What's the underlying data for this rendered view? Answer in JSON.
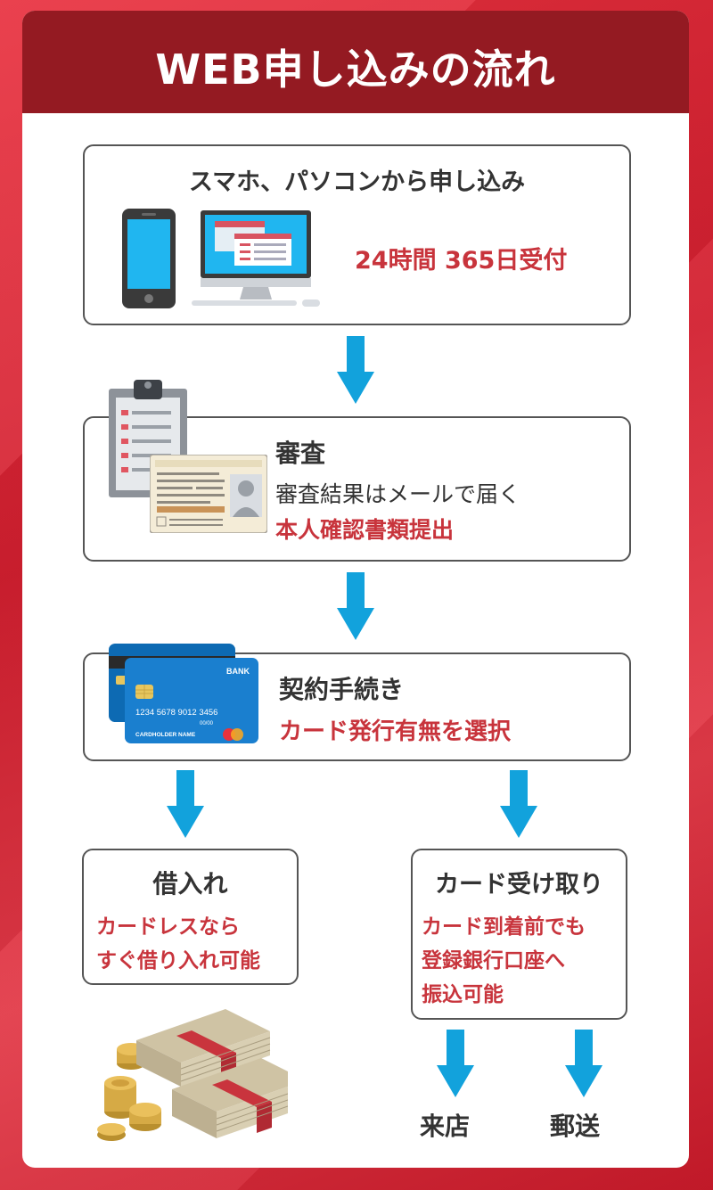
{
  "header": {
    "title": "WEB申し込みの流れ"
  },
  "steps": {
    "apply": {
      "title": "スマホ、パソコンから申し込み",
      "note": "24時間 365日受付",
      "icons": [
        "smartphone-icon",
        "desktop-computer-icon"
      ]
    },
    "review": {
      "title": "審査",
      "line1": "審査結果はメールで届く",
      "line2": "本人確認書類提出",
      "icons": [
        "clipboard-icon",
        "id-card-icon"
      ]
    },
    "contract": {
      "title": "契約手続き",
      "note": "カード発行有無を選択",
      "icons": [
        "credit-card-icon"
      ],
      "card_text": {
        "bank": "BANK",
        "number": "1234  5678  9012  3456",
        "expiry": "00/00",
        "holder": "CARDHOLDER NAME"
      }
    },
    "borrow": {
      "title": "借入れ",
      "line1": "カードレスなら",
      "line2": "すぐ借り入れ可能",
      "icons": [
        "cash-bundles-icon",
        "coins-icon"
      ]
    },
    "receive": {
      "title": "カード受け取り",
      "line1": "カード到着前でも",
      "line2": "登録銀行口座へ",
      "line3": "振込可能"
    },
    "store": {
      "label": "来店"
    },
    "mail": {
      "label": "郵送"
    }
  },
  "colors": {
    "header": "#941a22",
    "accent_red": "#c8343c",
    "arrow": "#12a2dc",
    "background": "#d9242f"
  }
}
